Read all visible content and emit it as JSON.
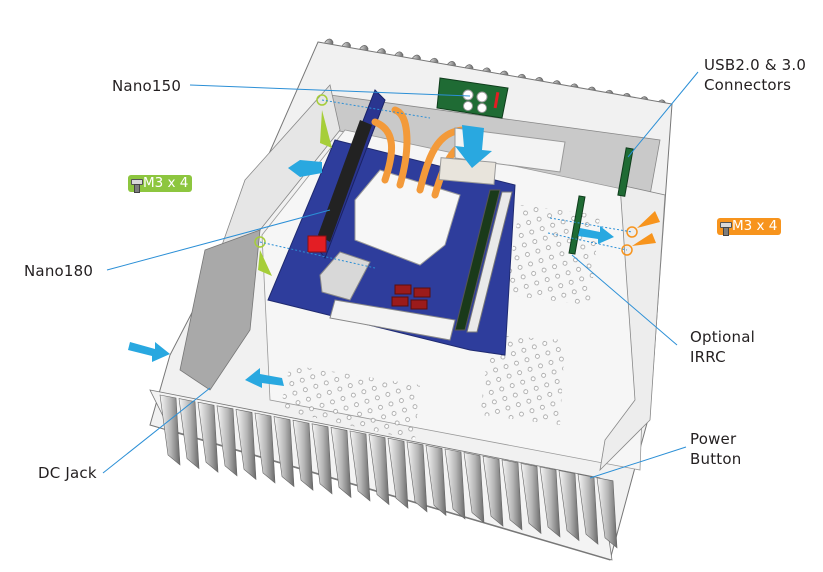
{
  "callouts": {
    "nano150": "Nano150",
    "nano180": "Nano180",
    "dc_jack": "DC Jack",
    "usb_line1": "USB2.0 & 3.0",
    "usb_line2": "Connectors",
    "irrc_line1": "Optional",
    "irrc_line2": "IRRC",
    "power_line1": "Power",
    "power_line2": "Button"
  },
  "screw_badges": [
    {
      "text": "M3 x 4",
      "color": "#8dc63f",
      "icon": "screw-icon"
    },
    {
      "text": "M3 x 4",
      "color": "#f7941d",
      "icon": "screw-icon"
    }
  ],
  "colors": {
    "leader_line": "#2b8fd6",
    "arrow_blue": "#29a8e0",
    "arrow_green": "#a6ce39",
    "arrow_orange": "#f7941d",
    "board_blue": "#2e3d9c",
    "heatpipe": "#f39a3a",
    "chassis_light": "#f2f2f2",
    "chassis_mid": "#bdbdbd",
    "chassis_dark": "#6e6e6e"
  }
}
